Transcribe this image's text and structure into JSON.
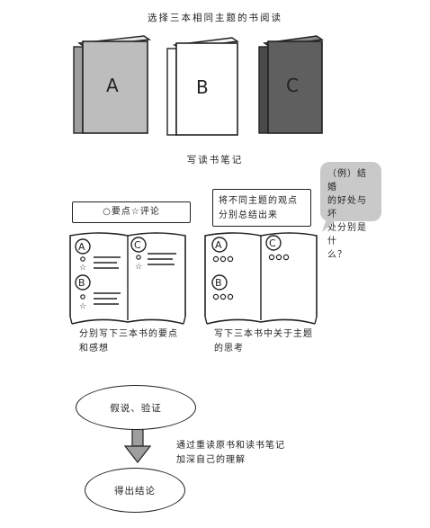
{
  "title": "选择三本相同主题的书阅读",
  "books": [
    {
      "letter": "A",
      "color": "#bdbdbd"
    },
    {
      "letter": "B",
      "color": "#ffffff"
    },
    {
      "letter": "C",
      "color": "#5f5f5f"
    }
  ],
  "notes_title": "写读书笔记",
  "left_note": {
    "box_label": "○要点☆评论",
    "page_letters": [
      "A",
      "B",
      "C"
    ],
    "caption": [
      "分别写下三本书的要点",
      "和感想"
    ]
  },
  "right_note": {
    "box_label": [
      "将不同主题的观点",
      "分别总结出来"
    ],
    "page_letters": [
      "A",
      "C",
      "B"
    ],
    "caption": [
      "写下三本书中关于主题",
      "的思考"
    ]
  },
  "example_bubble": [
    "（例）结婚",
    "的好处与坏",
    "处分别是什",
    "么？"
  ],
  "flow": {
    "first": "假说、验证",
    "arrow_note": [
      "通过重读原书和读书笔记",
      "加深自己的理解"
    ],
    "second": "得出结论"
  }
}
